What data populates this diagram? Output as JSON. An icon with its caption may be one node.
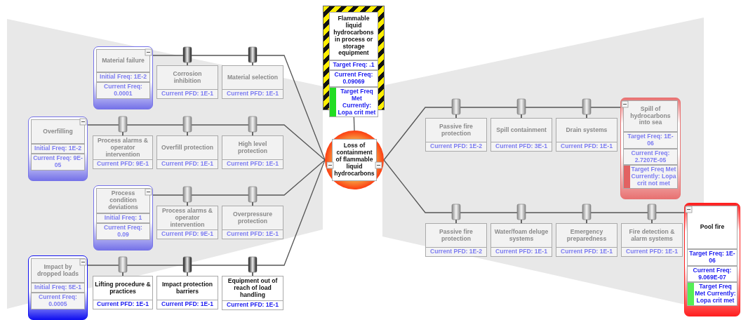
{
  "diagram": {
    "nodes": [
      {
        "text": [
          "Flammable liquid hydrocarbons in process or storage equipment",
          "Target Freq: .1",
          "Current Freq: 0.09069",
          "Target Freq Met Currently: Lopa crit met"
        ]
      },
      {
        "text": [
          "Loss of containment of flammable liquid hydrocarbons"
        ]
      },
      {
        "text": [
          "Material failure",
          "Initial Freq: 1E-2",
          "Current Freq: 0.0001"
        ]
      },
      {
        "text": [
          "Corrosion inhibition",
          "Current PFD: 1E-1"
        ]
      },
      {
        "text": [
          "Material selection",
          "Current PFD: 1E-1"
        ]
      },
      {
        "text": [
          "Overfilling",
          "Initial Freq: 1E-2",
          "Current Freq: 9E-05"
        ]
      },
      {
        "text": [
          "Process alarms & operator intervention",
          "Current PFD: 9E-1"
        ]
      },
      {
        "text": [
          "Overfill protection",
          "Current PFD: 1E-1"
        ]
      },
      {
        "text": [
          "High level protection",
          "Current PFD: 1E-1"
        ]
      },
      {
        "text": [
          "Process condition deviations",
          "Initial Freq: 1",
          "Current Freq: 0.09"
        ]
      },
      {
        "text": [
          "Process alarms & operator intervention",
          "Current PFD: 9E-1"
        ]
      },
      {
        "text": [
          "Overpressure protection",
          "Current PFD: 1E-1"
        ]
      },
      {
        "text": [
          "Impact by dropped loads",
          "Initial Freq: 5E-1",
          "Current Freq: 0.0005"
        ]
      },
      {
        "text": [
          "Lifting procedure & practices",
          "Current PFD: 1E-1"
        ]
      },
      {
        "text": [
          "Impact protection barriers",
          "Current PFD: 1E-1"
        ]
      },
      {
        "text": [
          "Equipment out of reach of load handling",
          "Current PFD: 1E-1"
        ]
      },
      {
        "text": [
          "Spill of hydrocarbons into sea",
          "Target Freq: 1E-06",
          "Current Freq: 2.7207E-05",
          "Target Freq Met Currently: Lopa crit not met"
        ]
      },
      {
        "text": [
          "Passive fire protection",
          "Current PFD: 1E-2"
        ]
      },
      {
        "text": [
          "Spill containment",
          "Current PFD: 3E-1"
        ]
      },
      {
        "text": [
          "Drain systems",
          "Current PFD: 1E-1"
        ]
      },
      {
        "text": [
          "Pool fire",
          "Target Freq: 1E-06",
          "Current Freq: 9.069E-07",
          "Target Freq Met Currently: Lopa crit met"
        ]
      },
      {
        "text": [
          "Passive fire protection",
          "Current PFD: 1E-2"
        ]
      },
      {
        "text": [
          "Water/foam deluge systems",
          "Current PFD: 1E-1"
        ]
      },
      {
        "text": [
          "Emergency preparedness",
          "Current PFD: 1E-1"
        ]
      },
      {
        "text": [
          "Fire detection & alarm systems",
          "Current PFD: 1E-1"
        ]
      }
    ],
    "edges": [
      {
        "from": 0,
        "to": 1,
        "arrow": "none"
      },
      {
        "from": 2,
        "to": 3,
        "arrow": "none"
      },
      {
        "from": 3,
        "to": 4,
        "arrow": "none"
      },
      {
        "from": 4,
        "to": 1,
        "arrow": "none"
      },
      {
        "from": 5,
        "to": 6,
        "arrow": "none"
      },
      {
        "from": 6,
        "to": 7,
        "arrow": "none"
      },
      {
        "from": 7,
        "to": 8,
        "arrow": "none"
      },
      {
        "from": 8,
        "to": 1,
        "arrow": "none"
      },
      {
        "from": 9,
        "to": 10,
        "arrow": "none"
      },
      {
        "from": 10,
        "to": 11,
        "arrow": "none"
      },
      {
        "from": 11,
        "to": 1,
        "arrow": "none"
      },
      {
        "from": 12,
        "to": 13,
        "arrow": "none"
      },
      {
        "from": 13,
        "to": 14,
        "arrow": "none"
      },
      {
        "from": 14,
        "to": 15,
        "arrow": "none"
      },
      {
        "from": 15,
        "to": 1,
        "arrow": "none"
      },
      {
        "from": 1,
        "to": 17,
        "arrow": "none"
      },
      {
        "from": 17,
        "to": 18,
        "arrow": "none"
      },
      {
        "from": 18,
        "to": 19,
        "arrow": "none"
      },
      {
        "from": 19,
        "to": 16,
        "arrow": "none"
      },
      {
        "from": 1,
        "to": 21,
        "arrow": "none"
      },
      {
        "from": 21,
        "to": 22,
        "arrow": "none"
      },
      {
        "from": 22,
        "to": 23,
        "arrow": "none"
      },
      {
        "from": 23,
        "to": 24,
        "arrow": "none"
      },
      {
        "from": 24,
        "to": 20,
        "arrow": "none"
      }
    ]
  }
}
